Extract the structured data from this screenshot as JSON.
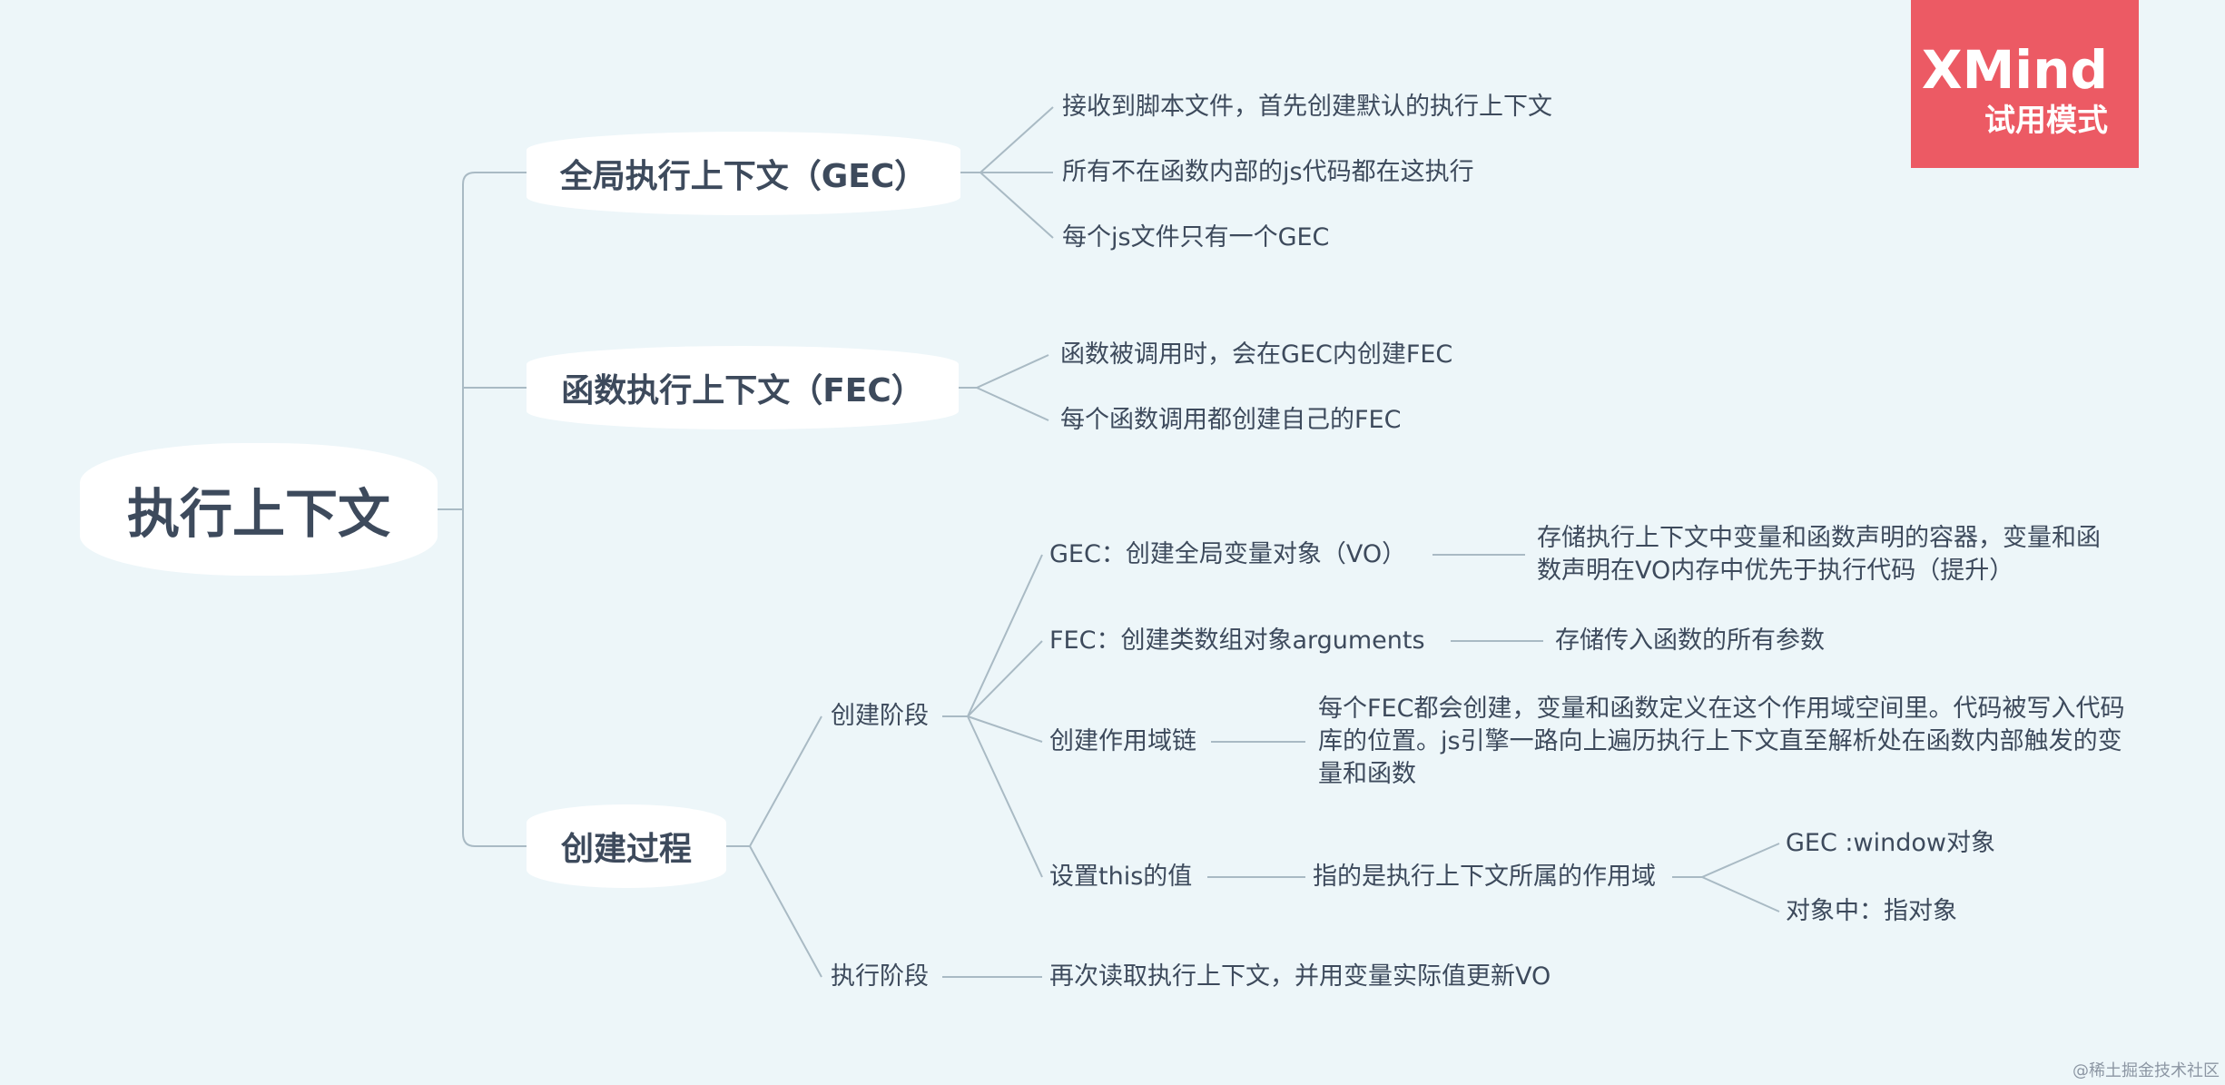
{
  "root": {
    "label": "执行上下文"
  },
  "branches": [
    {
      "label": "全局执行上下文（GEC）",
      "children": [
        "接收到脚本文件，首先创建默认的执行上下文",
        "所有不在函数内部的js代码都在这执行",
        "每个js文件只有一个GEC"
      ]
    },
    {
      "label": "函数执行上下文（FEC）",
      "children": [
        "函数被调用时，会在GEC内创建FEC",
        "每个函数调用都创建自己的FEC"
      ]
    },
    {
      "label": "创建过程",
      "phases": [
        {
          "label": "创建阶段",
          "steps": [
            {
              "label": "GEC：创建全局变量对象（VO）",
              "detail": "存储执行上下文中变量和函数声明的容器，变量和函数声明在VO内存中优先于执行代码（提升）"
            },
            {
              "label": "FEC：创建类数组对象arguments",
              "detail": "存储传入函数的所有参数"
            },
            {
              "label": "创建作用域链",
              "detail": "每个FEC都会创建，变量和函数定义在这个作用域空间里。代码被写入代码库的位置。js引擎一路向上遍历执行上下文直至解析处在函数内部触发的变量和函数"
            },
            {
              "label": "设置this的值",
              "detail": "指的是执行上下文所属的作用域",
              "children": [
                "GEC :window对象",
                "对象中：指对象"
              ]
            }
          ]
        },
        {
          "label": "执行阶段",
          "steps": [
            {
              "detail": "再次读取执行上下文，并用变量实际值更新VO"
            }
          ]
        }
      ]
    }
  ],
  "watermark": {
    "title": "XMind",
    "subtitle": "试用模式"
  },
  "footer": "@稀土掘金技术社区",
  "colors": {
    "background": "#edf6f9",
    "connector": "#a9bac4",
    "watermark": "#ec5a64"
  }
}
